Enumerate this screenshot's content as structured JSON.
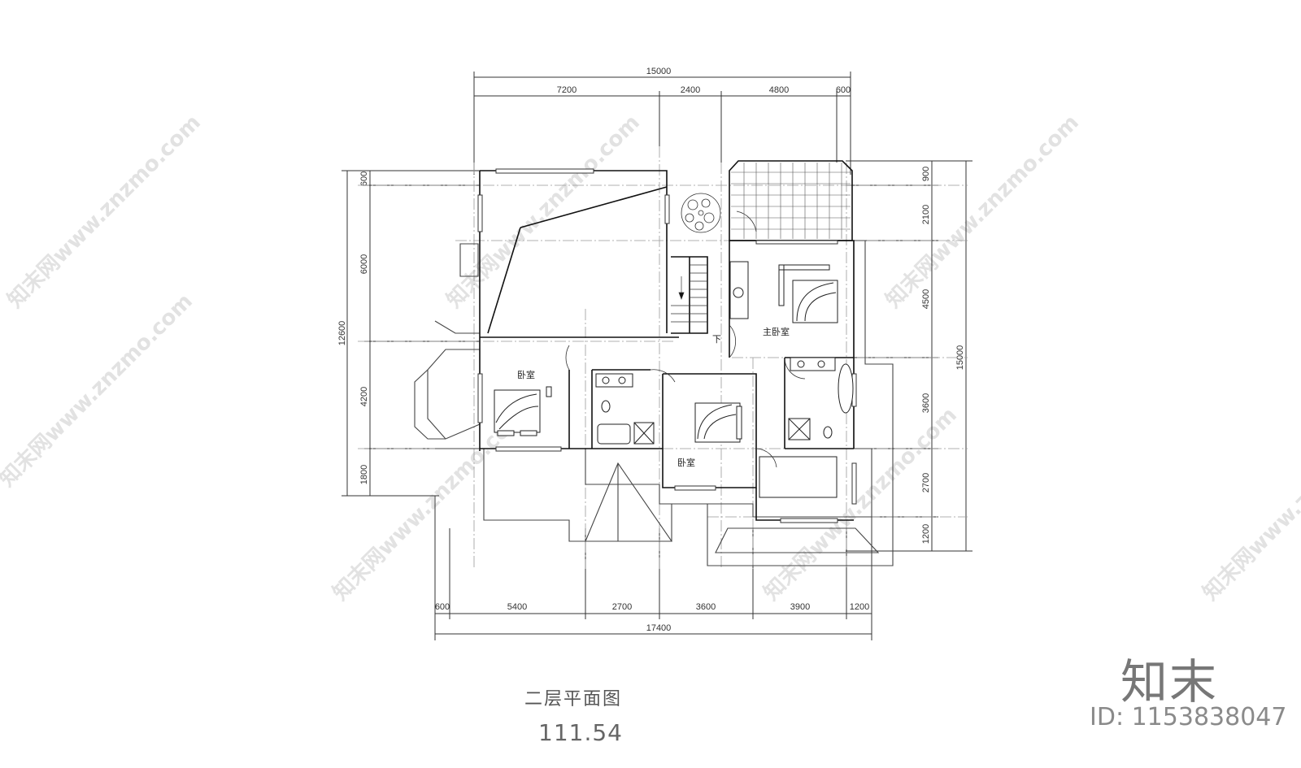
{
  "drawing": {
    "title": "二层平面图",
    "area": "111.54"
  },
  "brand": {
    "logo_text": "知末",
    "id_text": "ID: 1153838047"
  },
  "watermark": {
    "text": "知末网www.znzmo.com"
  },
  "dimensions": {
    "top_total": "15000",
    "top_segments": [
      "7200",
      "2400",
      "4800",
      "600"
    ],
    "bottom_total": "17400",
    "bottom_segments": [
      "600",
      "5400",
      "2700",
      "3600",
      "3900",
      "1200"
    ],
    "left_total": "12600",
    "left_segments": [
      "600",
      "6000",
      "4200",
      "1800"
    ],
    "right_total": "15000",
    "right_segments": [
      "900",
      "2100",
      "4500",
      "3600",
      "2700",
      "1200"
    ]
  },
  "rooms": {
    "bedroom_left": "卧室",
    "bedroom_middle": "卧室",
    "master_bedroom": "主卧室",
    "stair_down": "下"
  }
}
